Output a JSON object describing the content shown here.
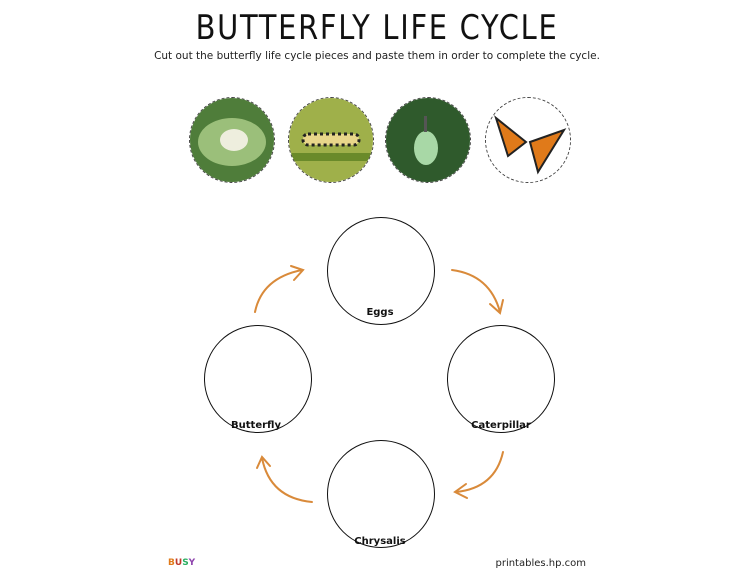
{
  "title": "BUTTERFLY LIFE CYCLE",
  "subtitle": "Cut out the butterfly life cycle pieces and paste them in order to complete the cycle.",
  "stages": [
    "Eggs",
    "Caterpillar",
    "Chrysalis",
    "Butterfly"
  ],
  "footer": {
    "logo": "BUSY",
    "site": "printables.hp.com"
  },
  "colors": {
    "arrow": "#d98a3a"
  }
}
